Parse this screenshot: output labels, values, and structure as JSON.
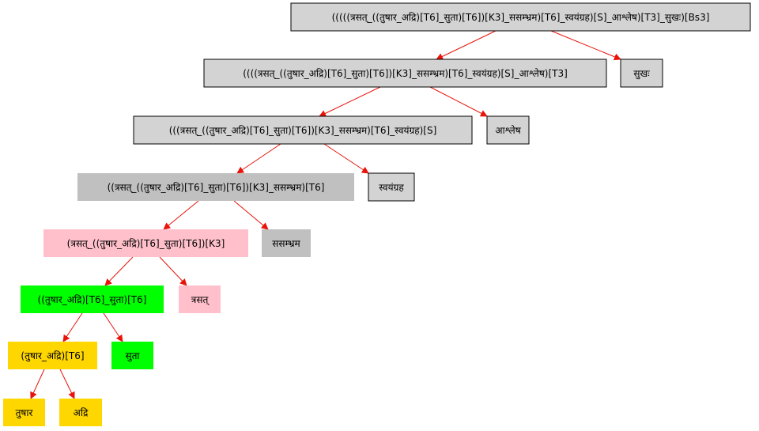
{
  "colors": {
    "edge": "#e8140a",
    "outlined_gray": "#d3d3d3",
    "gray": "#c0c0c0",
    "pink": "#ffc0cb",
    "green": "#00ff00",
    "gold": "#ffd700"
  },
  "nodes": [
    {
      "id": "n1",
      "label": "(((((त्रसत्_((तुषार_अद्रि)[T6]_सुता)[T6])[K3]_ससम्भ्रम)[T6]_स्वयंग्रह)[S]_आश्लेष)[T3]_सुखः)[Bs3]",
      "fill": "outlined_gray",
      "outlined": true
    },
    {
      "id": "n2",
      "label": "((((त्रसत्_((तुषार_अद्रि)[T6]_सुता)[T6])[K3]_ससम्भ्रम)[T6]_स्वयंग्रह)[S]_आश्लेष)[T3]",
      "fill": "outlined_gray",
      "outlined": true
    },
    {
      "id": "n3",
      "label": "सुखः",
      "fill": "outlined_gray",
      "outlined": true
    },
    {
      "id": "n4",
      "label": "(((त्रसत्_((तुषार_अद्रि)[T6]_सुता)[T6])[K3]_ससम्भ्रम)[T6]_स्वयंग्रह)[S]",
      "fill": "outlined_gray",
      "outlined": true
    },
    {
      "id": "n5",
      "label": "आश्लेष",
      "fill": "outlined_gray",
      "outlined": true
    },
    {
      "id": "n6",
      "label": "((त्रसत्_((तुषार_अद्रि)[T6]_सुता)[T6])[K3]_ससम्भ्रम)[T6]",
      "fill": "gray",
      "outlined": false
    },
    {
      "id": "n7",
      "label": "स्वयंग्रह",
      "fill": "outlined_gray",
      "outlined": true
    },
    {
      "id": "n8",
      "label": "(त्रसत्_((तुषार_अद्रि)[T6]_सुता)[T6])[K3]",
      "fill": "pink",
      "outlined": false
    },
    {
      "id": "n9",
      "label": "ससम्भ्रम",
      "fill": "gray",
      "outlined": false
    },
    {
      "id": "n10",
      "label": "((तुषार_अद्रि)[T6]_सुता)[T6]",
      "fill": "green",
      "outlined": false
    },
    {
      "id": "n11",
      "label": "त्रसत्",
      "fill": "pink",
      "outlined": false
    },
    {
      "id": "n12",
      "label": "(तुषार_अद्रि)[T6]",
      "fill": "gold",
      "outlined": false
    },
    {
      "id": "n13",
      "label": "सुता",
      "fill": "green",
      "outlined": false
    },
    {
      "id": "n14",
      "label": "तुषार",
      "fill": "gold",
      "outlined": false
    },
    {
      "id": "n15",
      "label": "अद्रि",
      "fill": "gold",
      "outlined": false
    }
  ],
  "edges": [
    {
      "from": "n1",
      "to": "n2"
    },
    {
      "from": "n1",
      "to": "n3"
    },
    {
      "from": "n2",
      "to": "n4"
    },
    {
      "from": "n2",
      "to": "n5"
    },
    {
      "from": "n4",
      "to": "n6"
    },
    {
      "from": "n4",
      "to": "n7"
    },
    {
      "from": "n6",
      "to": "n8"
    },
    {
      "from": "n6",
      "to": "n9"
    },
    {
      "from": "n8",
      "to": "n10"
    },
    {
      "from": "n8",
      "to": "n11"
    },
    {
      "from": "n10",
      "to": "n12"
    },
    {
      "from": "n10",
      "to": "n13"
    },
    {
      "from": "n12",
      "to": "n14"
    },
    {
      "from": "n12",
      "to": "n15"
    }
  ]
}
